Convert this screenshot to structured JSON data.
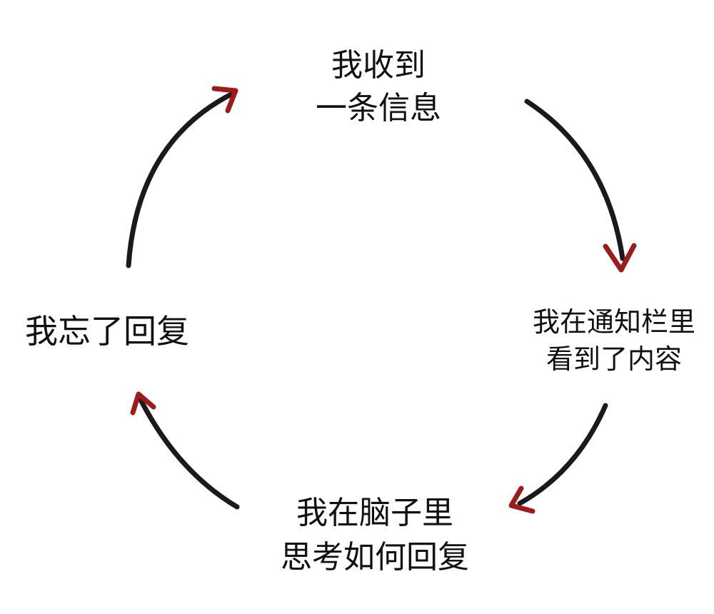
{
  "diagram": {
    "type": "cycle",
    "colors": {
      "arrow_line": "#1a1a1a",
      "arrow_head": "#9e1b1b",
      "text": "#111111",
      "background": "#ffffff"
    },
    "nodes": [
      {
        "id": "received",
        "lines": [
          "我收到",
          "一条信息"
        ]
      },
      {
        "id": "seen-in-notification",
        "lines": [
          "我在通知栏里",
          "看到了内容"
        ]
      },
      {
        "id": "thinking-reply",
        "lines": [
          "我在脑子里",
          "思考如何回复"
        ]
      },
      {
        "id": "forgot-reply",
        "lines": [
          "我忘了回复"
        ]
      }
    ],
    "edges": [
      {
        "from": "received",
        "to": "seen-in-notification"
      },
      {
        "from": "seen-in-notification",
        "to": "thinking-reply"
      },
      {
        "from": "thinking-reply",
        "to": "forgot-reply"
      },
      {
        "from": "forgot-reply",
        "to": "received"
      }
    ]
  }
}
